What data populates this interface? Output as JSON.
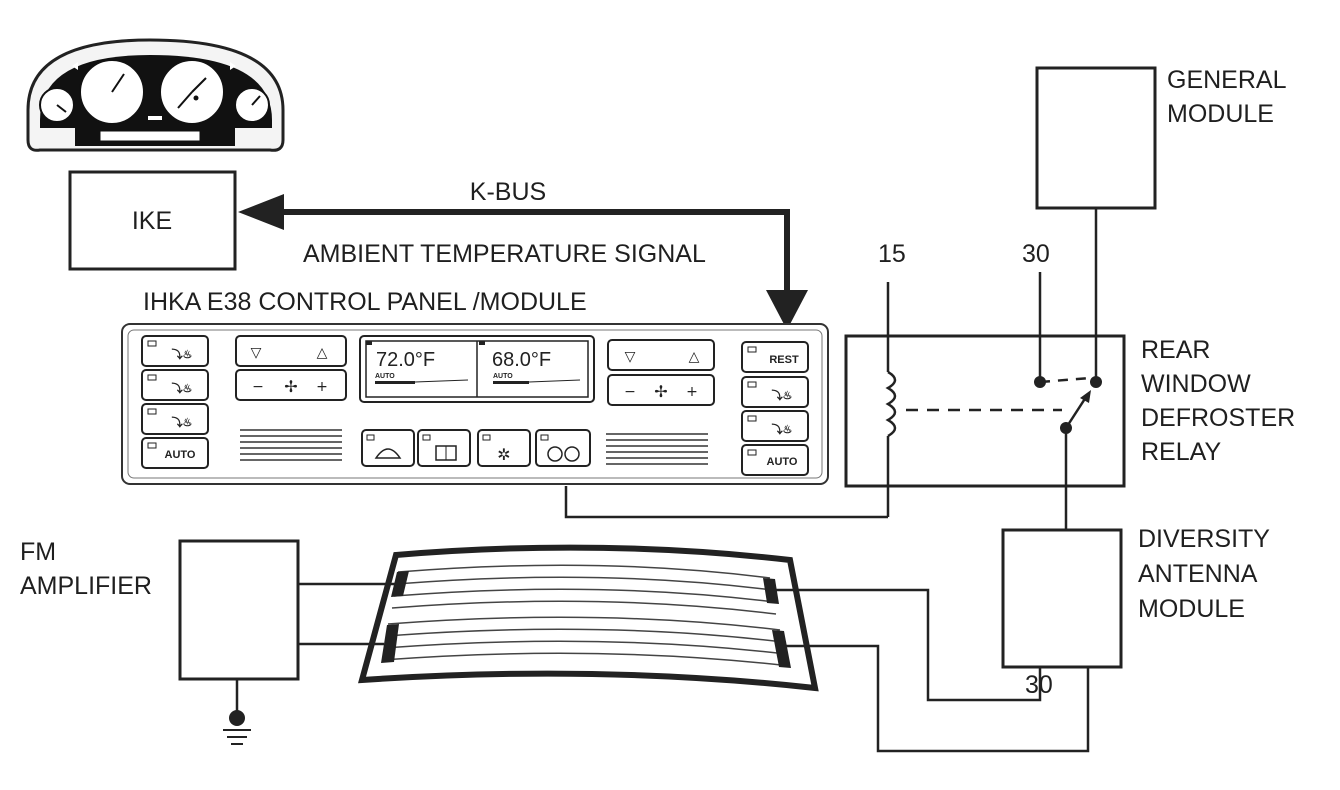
{
  "labels": {
    "ike": "IKE",
    "kbus": "K-BUS",
    "ambient_signal": "AMBIENT TEMPERATURE  SIGNAL",
    "control_panel": "IHKA E38 CONTROL PANEL /MODULE",
    "general_module": [
      "GENERAL",
      "MODULE"
    ],
    "rear_window_relay": [
      "REAR",
      "WINDOW",
      "DEFROSTER",
      "RELAY"
    ],
    "diversity_antenna": [
      "DIVERSITY",
      "ANTENNA",
      "MODULE"
    ],
    "fm_amplifier": [
      "FM",
      "AMPLIFIER"
    ],
    "terminal_15": "15",
    "terminal_30_top": "30",
    "terminal_30_bottom": "30"
  },
  "control_panel": {
    "left_temp": "72.0°F",
    "right_temp": "68.0°F",
    "left_mode": "AUTO",
    "right_mode": "AUTO",
    "rest_label": "REST",
    "auto_left": "AUTO",
    "auto_right": "AUTO"
  }
}
